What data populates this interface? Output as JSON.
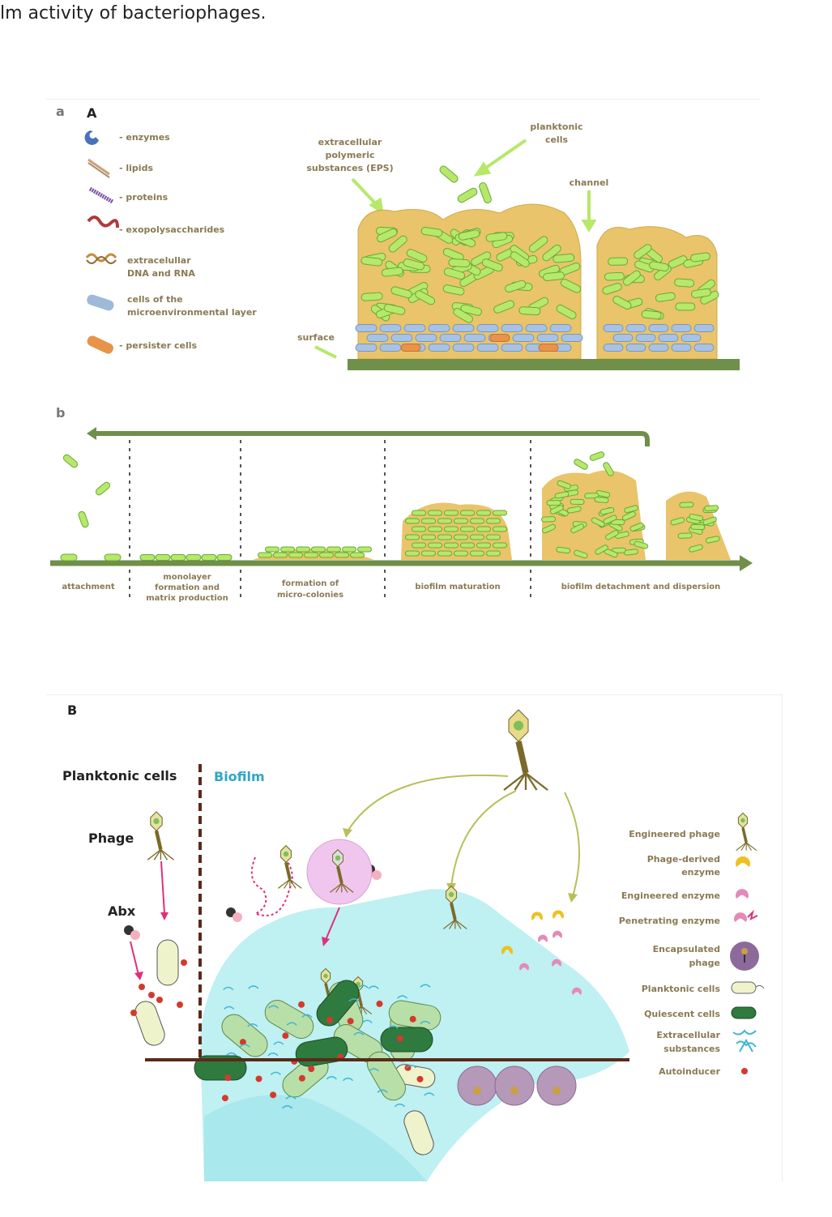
{
  "page_heading": "lm activity of bacteriophages.",
  "panel_a": {
    "letter_a": "a",
    "letter_A": "A",
    "letter_b": "b",
    "legend": [
      {
        "label": "- enzymes",
        "icon": "enzyme-icon",
        "color": "#4a72b8"
      },
      {
        "label": "- lipids",
        "icon": "lipid-icon",
        "color": "#c9a27a"
      },
      {
        "label": "- proteins",
        "icon": "protein-icon",
        "color": "#7b4fa8"
      },
      {
        "label": "- exopolysaccharides",
        "icon": "exopolysaccharide-icon",
        "color": "#b03a3a"
      },
      {
        "label": "extracelullar",
        "label2": "DNA and RNA",
        "icon": "dna-icon",
        "color": "#c98a3a"
      },
      {
        "label": "cells of the",
        "label2": "microenvironmental layer",
        "icon": "micro-cell-icon",
        "color": "#9fb9d9"
      },
      {
        "label": "- persister cells",
        "icon": "persister-cell-icon",
        "color": "#e8934a"
      }
    ],
    "eps_label": [
      "extracellular",
      "polymeric",
      "substances (EPS)"
    ],
    "planktonic_label": [
      "planktonic",
      "cells"
    ],
    "channel_label": "channel",
    "surface_label": "surface",
    "stages": [
      {
        "line1": "attachment"
      },
      {
        "line1": "monolayer",
        "line2": "formation and",
        "line3": "matrix production"
      },
      {
        "line1": "formation of",
        "line2": "micro-colonies"
      },
      {
        "line1": "biofilm maturation"
      },
      {
        "line1": "biofilm detachment and dispersion"
      }
    ]
  },
  "panel_b": {
    "letter": "B",
    "planktonic_title": "Planktonic cells",
    "biofilm_title": "Biofilm",
    "phage_label": "Phage",
    "abx_label": "Abx",
    "legend": [
      {
        "label": "Engineered phage",
        "icon": "engineered-phage-icon"
      },
      {
        "label": "Phage-derived",
        "label2": "enzyme",
        "icon": "phage-enzyme-icon"
      },
      {
        "label": "Engineered enzyme",
        "icon": "engineered-enzyme-icon"
      },
      {
        "label": "Penetrating enzyme",
        "icon": "penetrating-enzyme-icon"
      },
      {
        "label": "Encapsulated",
        "label2": "phage",
        "icon": "encapsulated-phage-icon"
      },
      {
        "label": "Planktonic cells",
        "icon": "planktonic-cell-icon"
      },
      {
        "label": "Quiescent cells",
        "icon": "quiescent-cell-icon"
      },
      {
        "label": "Extracellular",
        "label2": "substances",
        "icon": "extracellular-substance-icon"
      },
      {
        "label": "Autoinducer",
        "icon": "autoinducer-icon"
      }
    ],
    "colors": {
      "biofilm": "#bff0f2",
      "planktonic_cell": "#eef3cc",
      "quiescent_cell": "#2f7a3f",
      "light_cell": "#b9dfa8",
      "autoinducer": "#d33a2c",
      "arrow_pink": "#e0307a",
      "arrow_olive": "#b9bf5a",
      "title_cyan": "#2fa6c8"
    }
  }
}
